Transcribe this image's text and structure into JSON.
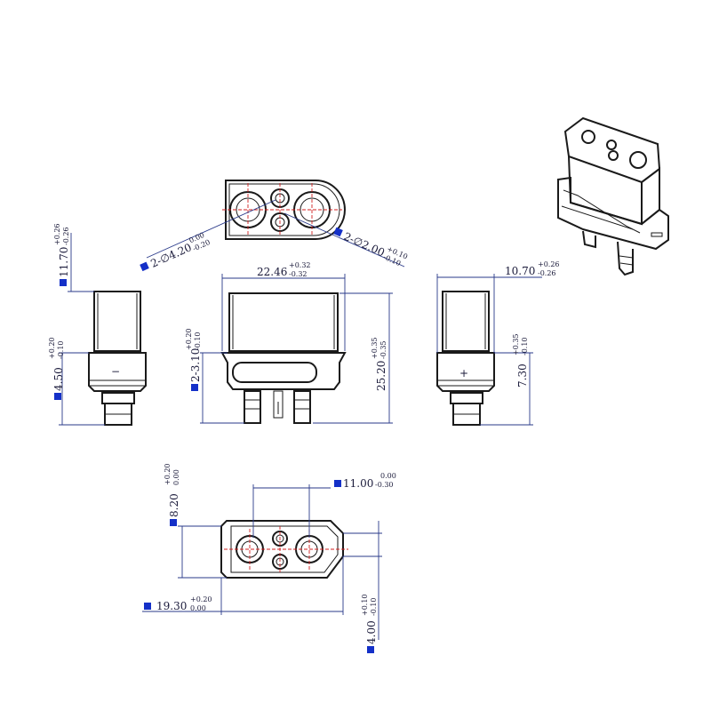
{
  "dimensions": {
    "top_hole_large": {
      "main": "2-∅4.20",
      "tol_upper": "0.00",
      "tol_lower": "-0.20"
    },
    "top_hole_small": {
      "main": "2-∅2.00",
      "tol_upper": "+0.10",
      "tol_lower": "-0.10"
    },
    "front_width": {
      "main": "22.46",
      "tol_upper": "+0.32",
      "tol_lower": "-0.32"
    },
    "front_height": {
      "main": "25.20",
      "tol_upper": "+0.35",
      "tol_lower": "-0.35"
    },
    "front_pin": {
      "main": "2-3.10",
      "tol_upper": "+0.20",
      "tol_lower": "-0.10"
    },
    "left_body": {
      "main": "11.70",
      "tol_upper": "+0.26",
      "tol_lower": "-0.26"
    },
    "left_base": {
      "main": "4.50",
      "tol_upper": "+0.20",
      "tol_lower": "-0.10"
    },
    "right_width": {
      "main": "10.70",
      "tol_upper": "+0.26",
      "tol_lower": "-0.26"
    },
    "right_base": {
      "main": "7.30",
      "tol_upper": "+0.35",
      "tol_lower": "-0.10"
    },
    "bottom_pitch": {
      "main": "11.00",
      "tol_upper": "0.00",
      "tol_lower": "-0.30"
    },
    "bottom_height": {
      "main": "8.20",
      "tol_upper": "+0.20",
      "tol_lower": "0.00"
    },
    "bottom_length": {
      "main": "19.30",
      "tol_upper": "+0.20",
      "tol_lower": "0.00"
    },
    "bottom_tab": {
      "main": "4.00",
      "tol_upper": "+0.10",
      "tol_lower": "-0.10"
    }
  },
  "polarity": {
    "left_mark": "−",
    "right_mark": "+"
  },
  "colors": {
    "line": "#1a1a1a",
    "dimension": "#2a3a8a",
    "center_line": "#d02020",
    "marker": "#1430c8"
  }
}
